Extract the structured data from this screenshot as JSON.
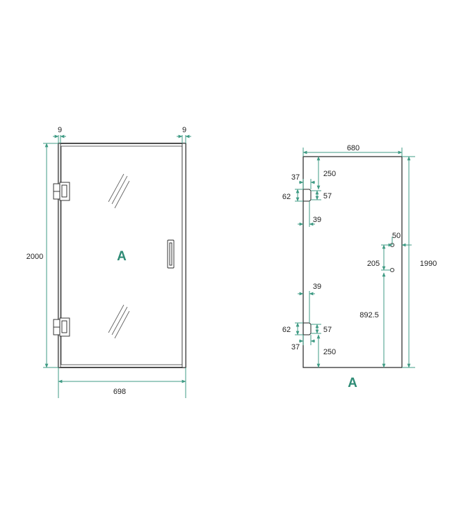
{
  "colors": {
    "dimension_line": "#3f9b84",
    "outline": "#222222",
    "label": "#2e8b75"
  },
  "left_view": {
    "panel_label": "A",
    "dims": {
      "gap_left": "9",
      "gap_right": "9",
      "height": "2000",
      "width": "698"
    }
  },
  "right_view": {
    "panel_label": "A",
    "dims": {
      "width": "680",
      "height": "1990",
      "top_to_hinge": "250",
      "hinge_top_inset": "37",
      "hinge_top_height": "62",
      "hinge_top_cutout": "57",
      "hinge_top_depth": "39",
      "handle_edge": "50",
      "handle_spacing": "205",
      "handle_height": "892.5",
      "hinge_bottom_depth": "39",
      "hinge_bottom_height": "62",
      "hinge_bottom_cutout": "57",
      "hinge_bottom_inset": "37",
      "bottom_to_hinge": "250"
    }
  }
}
